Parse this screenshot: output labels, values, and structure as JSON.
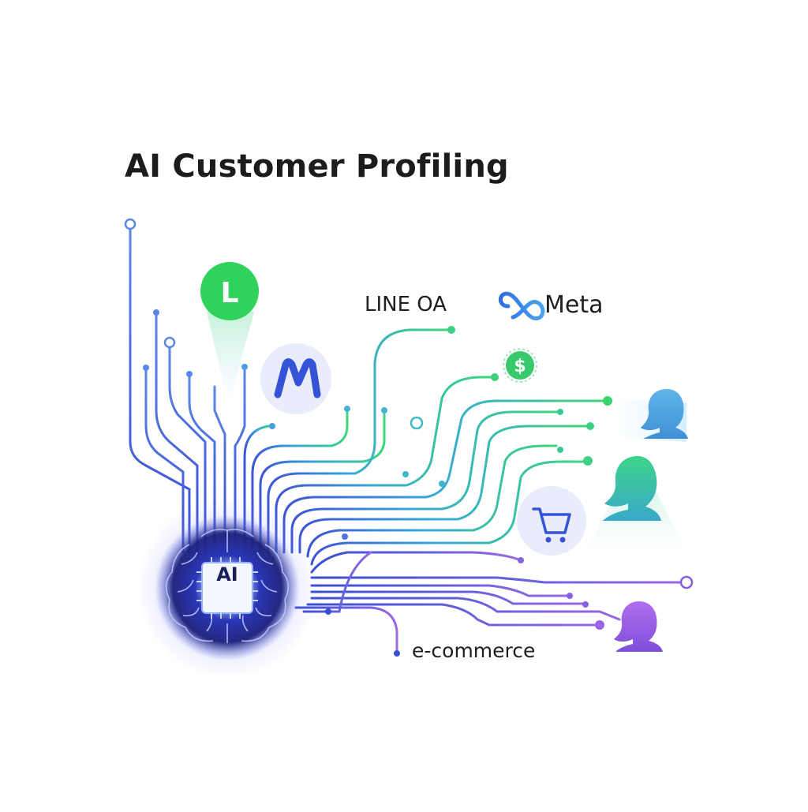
{
  "title": "AI Customer Profiling",
  "labels": {
    "line_oa": "LINE OA",
    "meta": "Meta",
    "ecommerce": "e-commerce",
    "ai_core": "AI"
  },
  "icons": {
    "line_badge_letter": "L",
    "dollar_symbol": "$"
  },
  "colors": {
    "blue": "#3a5bd9",
    "teal": "#2fbfb6",
    "green": "#35d26a",
    "purple": "#8a5be0",
    "title": "#1c1c1c"
  }
}
